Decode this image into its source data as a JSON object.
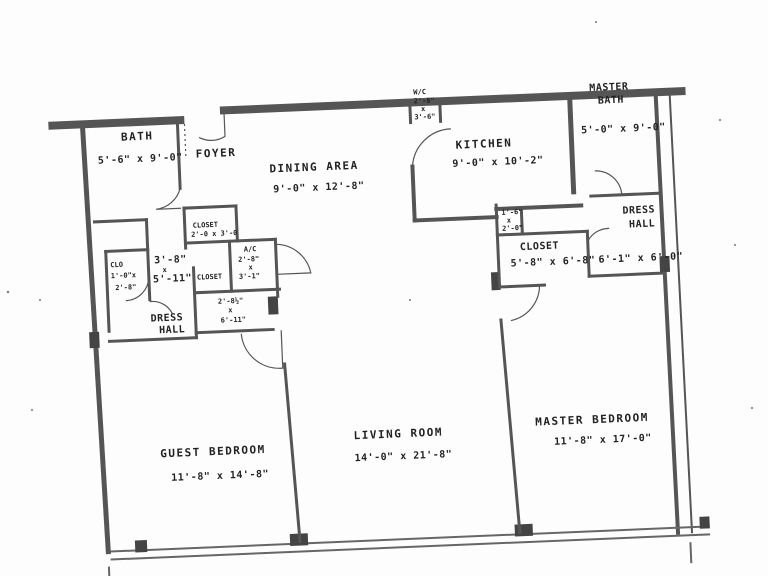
{
  "rooms": {
    "bath": {
      "name": "BATH",
      "dim": "5'-6\" x 9'-0\""
    },
    "foyer": {
      "name": "FOYER"
    },
    "dining": {
      "name": "DINING AREA",
      "dim": "9'-0\" x 12'-8\""
    },
    "wic": {
      "line1": "W/C",
      "line2": "2'-8\"",
      "line3": "x",
      "line4": "3'-6\""
    },
    "kitchen": {
      "name": "KITCHEN",
      "dim": "9'-0\" x 10'-2\""
    },
    "master_bath": {
      "line1": "MASTER",
      "line2": "BATH",
      "dim": "5'-0\" x 9'-0\""
    },
    "closet_hall": {
      "line1": "CLOSET",
      "line2": "2'-0 x 3'-0"
    },
    "closet_small": {
      "line1": "CLO",
      "line2": "1'-0\"x",
      "line3": "2'-8\""
    },
    "hall_dim": {
      "line1": "3'-8\"",
      "line2": "x",
      "line3": "5'-11\""
    },
    "closet_mid": {
      "name": "CLOSET"
    },
    "ac": {
      "line1": "A/C",
      "line2": "2'-8\"",
      "line3": "x",
      "line4": "3'-1\""
    },
    "closet_lower": {
      "line1": "2'-8½\"",
      "line2": "x",
      "line3": "6'-11\""
    },
    "dress_hall_left": {
      "line1": "DRESS",
      "line2": "HALL"
    },
    "linen": {
      "line1": "1'-6\"",
      "line2": "x",
      "line3": "2'-0\""
    },
    "master_closet": {
      "name": "CLOSET",
      "dim": "5'-8\" x 6'-8\""
    },
    "dress_hall_right": {
      "line1": "DRESS",
      "line2": "HALL",
      "dim": "6'-1\" x 6'-0\""
    },
    "guest": {
      "name": "GUEST BEDROOM",
      "dim": "11'-8\" x 14'-8\""
    },
    "living": {
      "name": "LIVING ROOM",
      "dim": "14'-0\" x 21'-8\""
    },
    "master": {
      "name": "MASTER BEDROOM",
      "dim": "11'-8\" x 17'-0\""
    }
  },
  "colors": {
    "wall": "#555555",
    "text": "#222222",
    "paper": "#fdfdfd"
  }
}
